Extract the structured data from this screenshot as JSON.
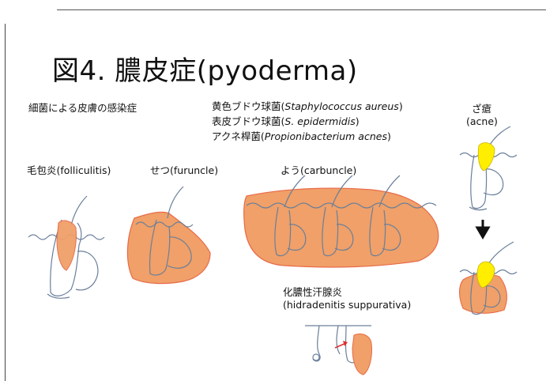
{
  "title": "図4. 膿皮症(pyoderma)",
  "subtitle": "細菌による皮膚の感染症",
  "bacteria": [
    {
      "name": "黄色ブドウ球菌",
      "scientific": "Staphylococcus aureus"
    },
    {
      "name": "表皮ブドウ球菌",
      "scientific": "S. epidermidis"
    },
    {
      "name": "アクネ桿菌",
      "scientific": "Propionibacterium acnes"
    }
  ],
  "labels": {
    "folliculitis": "毛包炎(folliculitis)",
    "furuncle": "せつ(furuncle)",
    "carbuncle": "よう(carbuncle)",
    "acne_jp": "ざ瘡",
    "acne_en": "(acne)",
    "hidradenitis_jp": "化膿性汗腺炎",
    "hidradenitis_en": "(hidradenitis suppurativa)"
  },
  "colors": {
    "infection_fill": "#F0A068",
    "infection_border": "#E86A48",
    "comedo_yellow": "#FFEE00",
    "line": "#6A7F9A"
  }
}
